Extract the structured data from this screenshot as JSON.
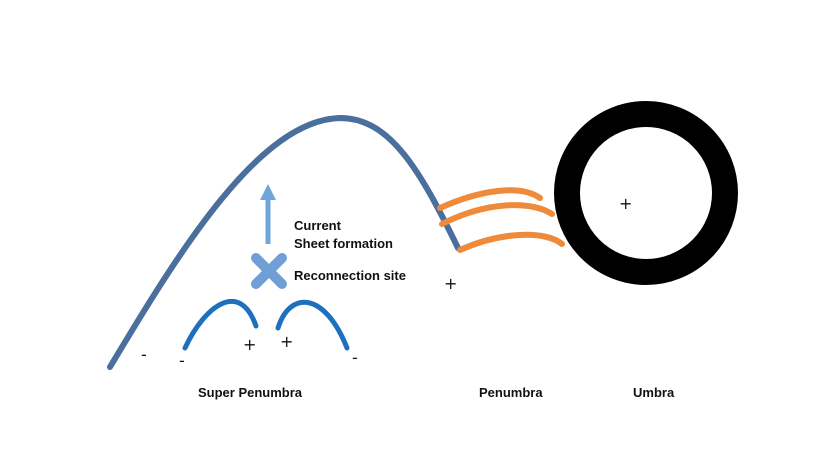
{
  "labels": {
    "super_penumbra": "Super Penumbra",
    "penumbra": "Penumbra",
    "umbra": "Umbra",
    "current_line1": "Current",
    "current_line2": "Sheet formation",
    "reconnection": "Reconnection site"
  },
  "signs": {
    "big_loop_left": "-",
    "small_left_foot_left": "-",
    "small_left_foot_right": "+",
    "small_right_foot_left": "+",
    "small_right_foot_right": "-",
    "big_loop_right": "+",
    "umbra_center": "+"
  },
  "colors": {
    "big_loop": "#4a6f9c",
    "small_loops": "#1f6fbf",
    "penumbral_lines": "#ee8a3a",
    "reconnection_mark": "#6f9fd6",
    "arrow": "#6fa6da",
    "umbra": "#000000"
  }
}
